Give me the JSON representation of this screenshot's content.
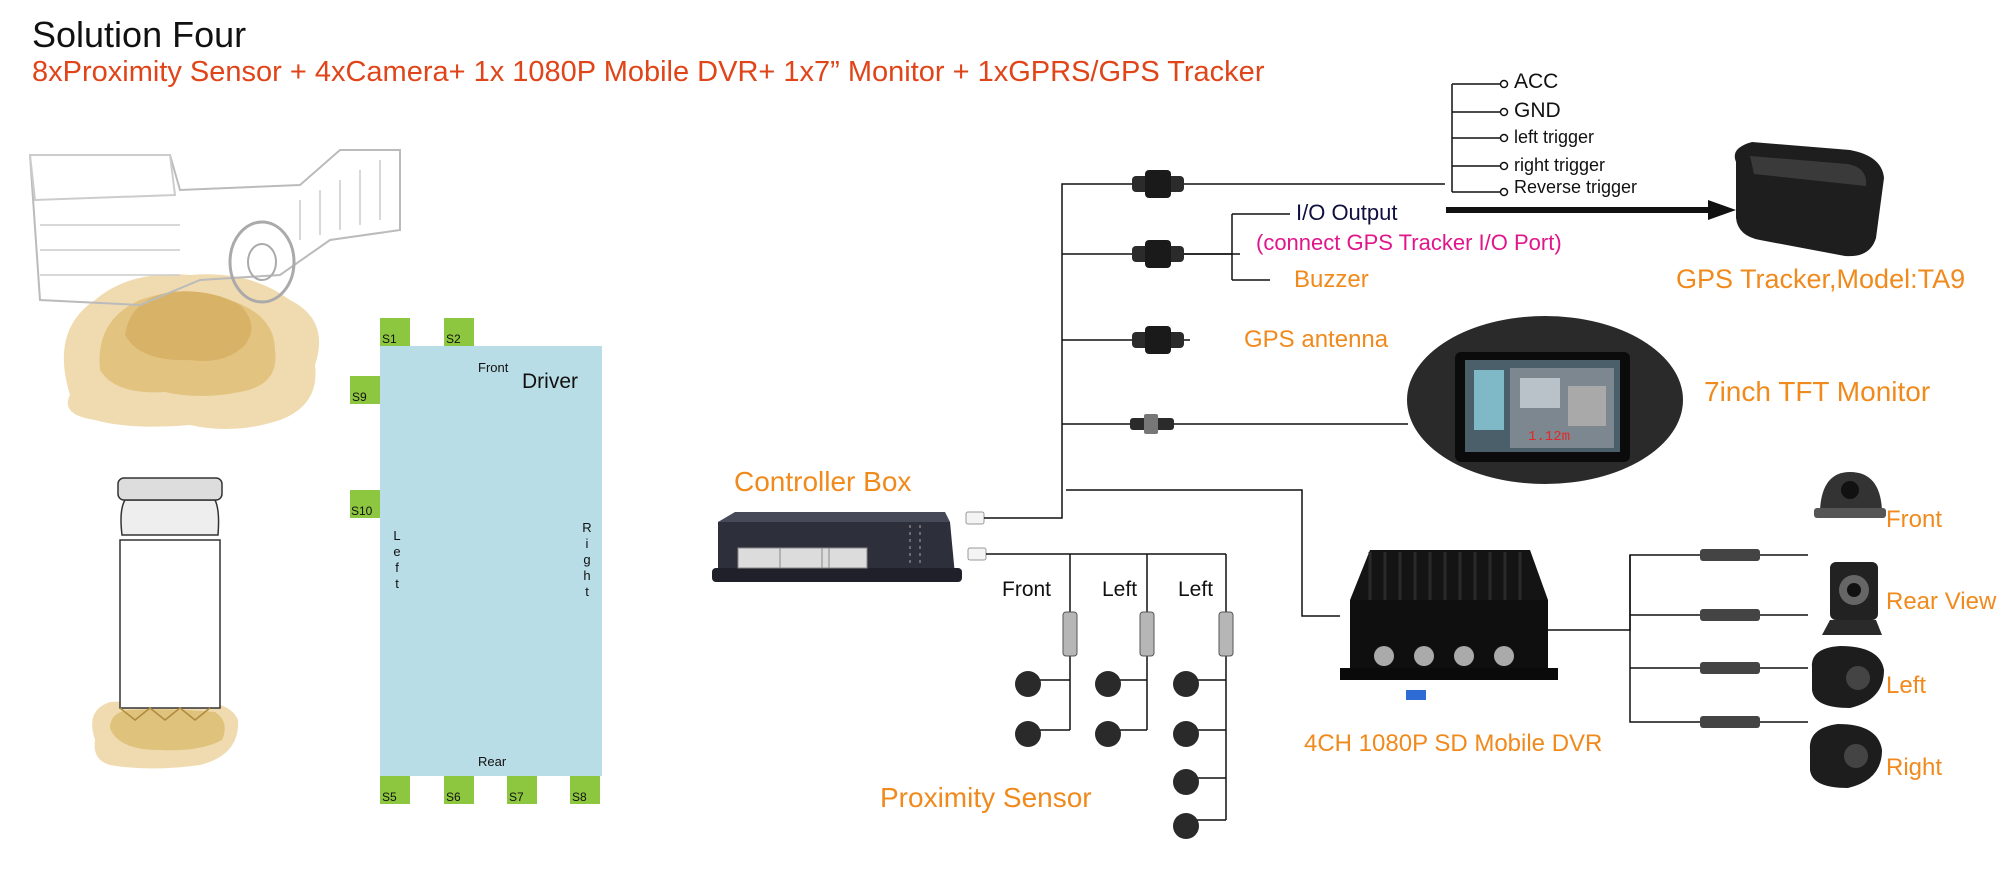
{
  "header": {
    "title": "Solution Four",
    "subtitle": "8xProximity Sensor + 4xCamera+ 1x 1080P Mobile DVR+ 1x7” Monitor + 1xGPRS/GPS Tracker"
  },
  "vehicle_layout": {
    "sensors": [
      "S1",
      "S2",
      "S9",
      "S10",
      "S5",
      "S6",
      "S7",
      "S8"
    ],
    "front": "Front",
    "rear": "Rear",
    "driver": "Driver",
    "left_letters": [
      "L",
      "e",
      "f",
      "t"
    ],
    "right_letters": [
      "R",
      "i",
      "g",
      "h",
      "t"
    ]
  },
  "controller": {
    "label": "Controller Box"
  },
  "tracker_inputs": [
    "ACC",
    "GND",
    "left trigger",
    "right trigger",
    "Reverse trigger"
  ],
  "io": {
    "output": "I/O Output",
    "note": "(connect GPS Tracker I/O Port)",
    "buzzer": "Buzzer",
    "gps_antenna": "GPS antenna"
  },
  "tracker": {
    "label": "GPS Tracker,Model:TA9"
  },
  "monitor": {
    "label": "7inch TFT Monitor"
  },
  "proximity": {
    "groups": [
      "Front",
      "Left",
      "Left"
    ],
    "label": "Proximity Sensor"
  },
  "dvr": {
    "label": "4CH 1080P SD Mobile DVR"
  },
  "cameras": [
    "Front",
    "Rear View",
    "Left",
    "Right"
  ],
  "colors": {
    "orange": "#f08a1c",
    "red": "#e0451a",
    "magenta": "#e0168a",
    "sensor_green": "#8dc63f",
    "vehicle_blue": "#b8dde6"
  }
}
